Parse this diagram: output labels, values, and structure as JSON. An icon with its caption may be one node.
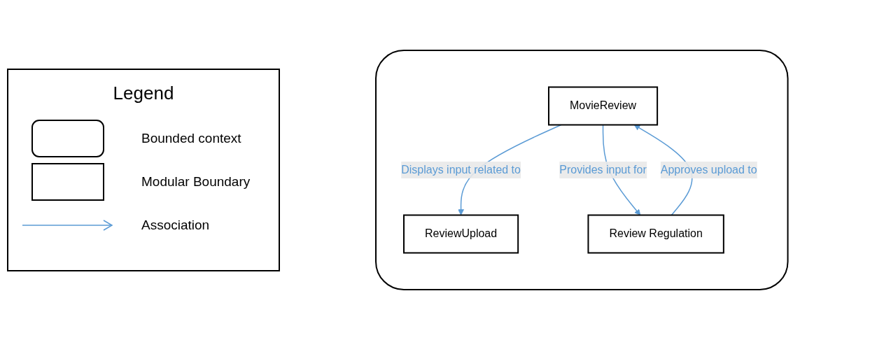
{
  "diagram": {
    "nodes": [
      {
        "text": [],
        "shape": "box"
      },
      {
        "text": [
          "MovieReview"
        ],
        "in": 0
      },
      {
        "text": [
          "ReviewUpload"
        ],
        "in": 0
      },
      {
        "text": [
          "Review Regulation"
        ],
        "in": 0
      }
    ],
    "edges": [
      {
        "from": 1,
        "to": 2,
        "arrow": "to",
        "label": "Displays input related to"
      },
      {
        "from": 1,
        "to": 3,
        "arrow": "to",
        "label": "Provides input for"
      },
      {
        "from": 3,
        "to": 1,
        "arrow": "to",
        "label": "Approves upload to"
      }
    ],
    "labels": [
      "Legend"
    ],
    "legend": [
      {
        "text": "Bounded context"
      },
      {
        "text": "Modular Boundary"
      },
      {
        "text": "Association"
      }
    ]
  }
}
